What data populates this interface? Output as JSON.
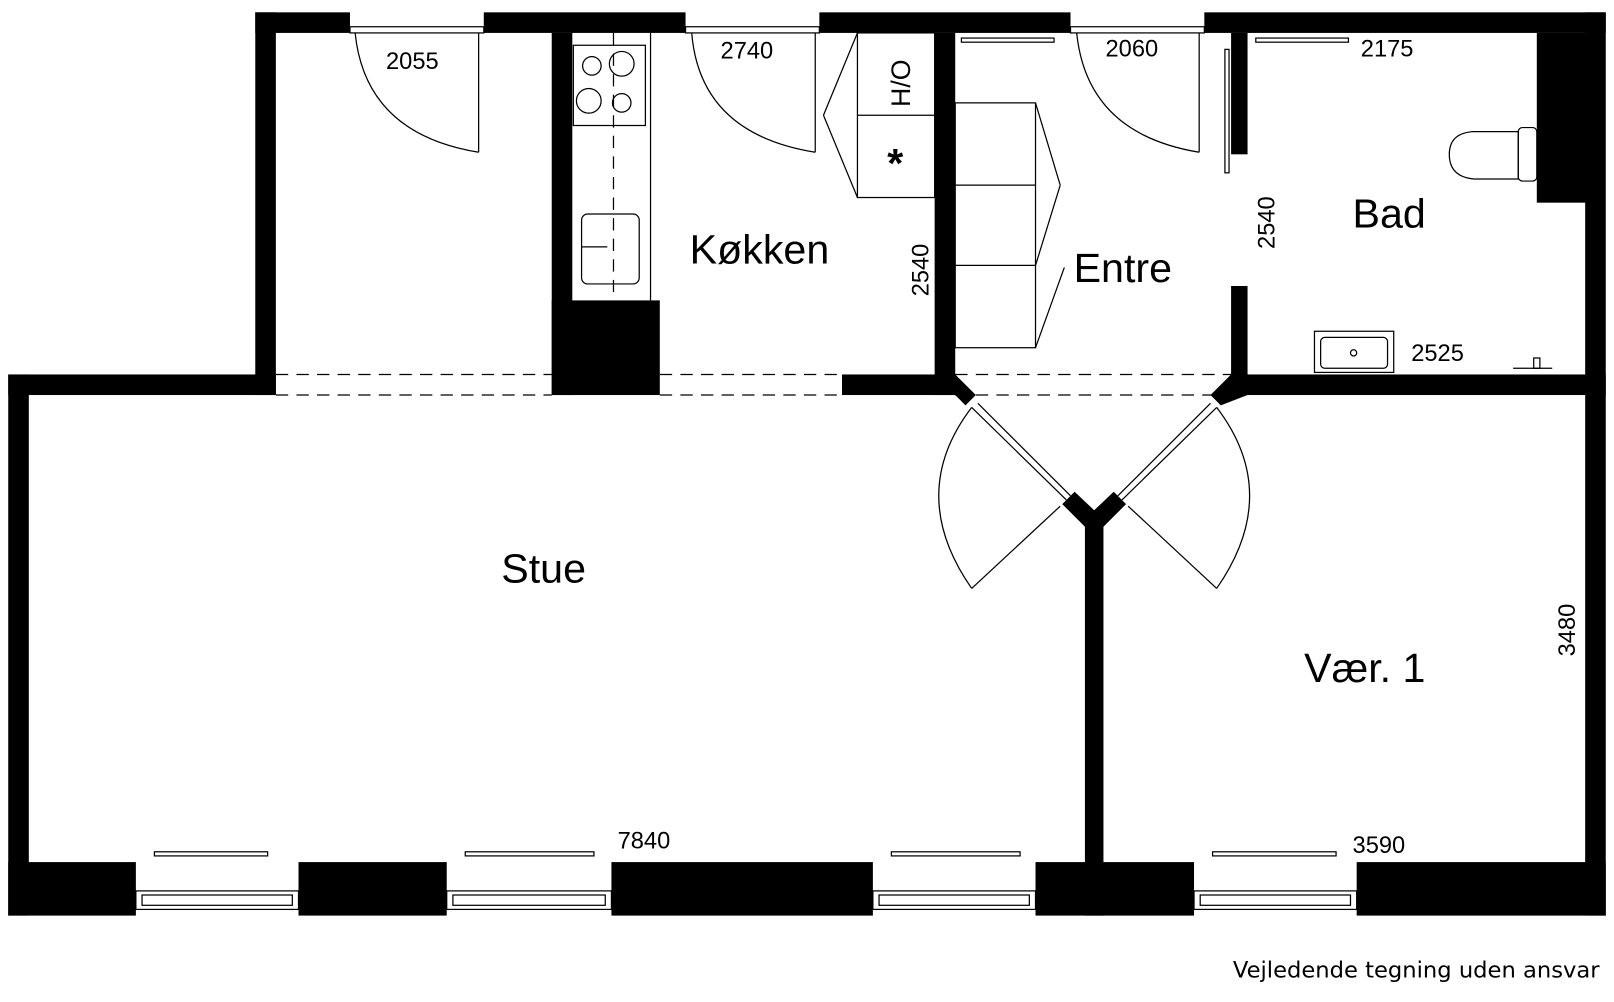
{
  "rooms": {
    "kitchen": "Køkken",
    "entrance": "Entre",
    "bathroom": "Bad",
    "living_room": "Stue",
    "room1": "Vær. 1"
  },
  "fixtures": {
    "washer_dryer": "H/O",
    "freezer": "*"
  },
  "dimensions": {
    "top_left_room_height": "2055",
    "kitchen_ceiling": "2740",
    "entrance_ceiling": "2060",
    "bath_top": "2175",
    "kitchen_depth": "2540",
    "bath_depth": "2540",
    "bath_width": "2525",
    "living_width": "7840",
    "room1_width": "3590",
    "room1_depth": "3480"
  },
  "footer": "Vejledende tegning uden ansvar"
}
